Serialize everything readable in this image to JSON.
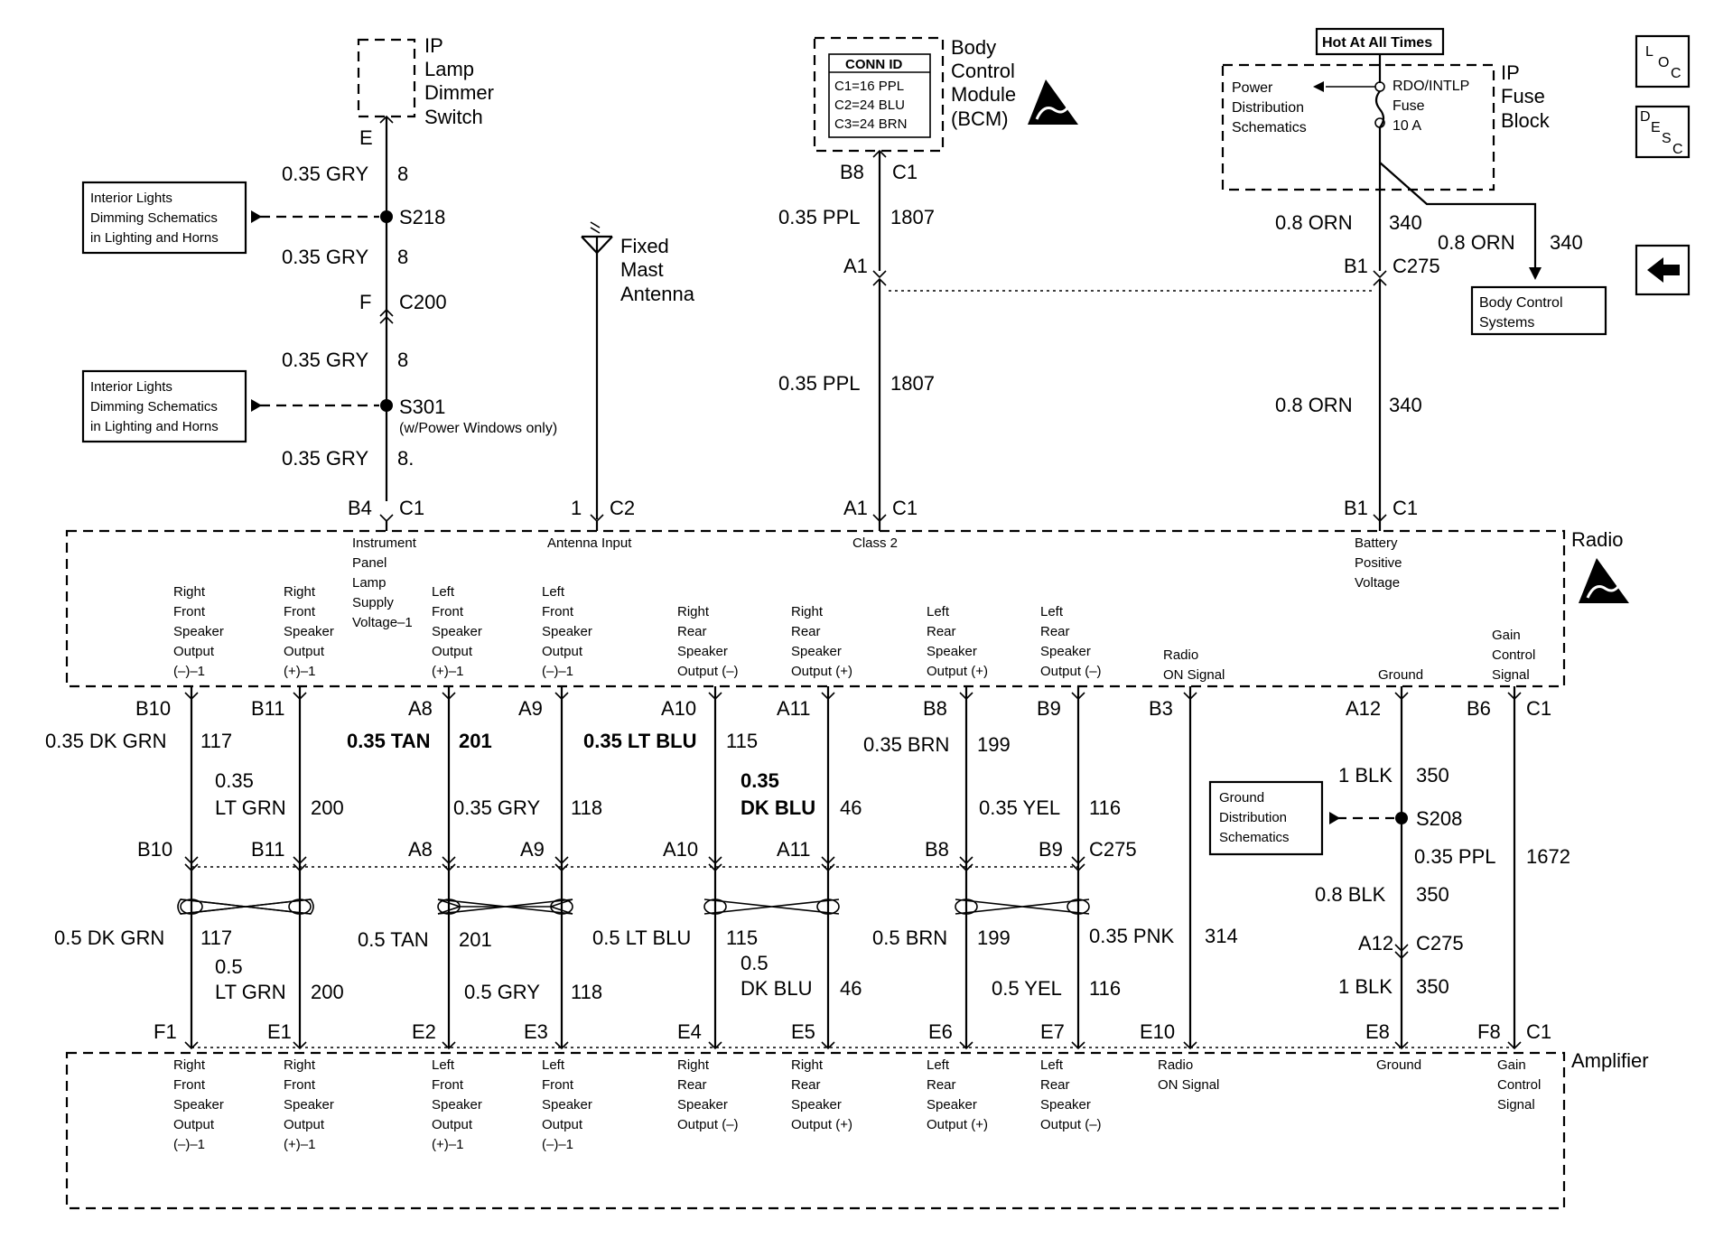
{
  "components": {
    "ip_lamp_dimmer": [
      "IP",
      "Lamp",
      "Dimmer",
      "Switch"
    ],
    "bcm": [
      "Body",
      "Control",
      "Module",
      "(BCM)"
    ],
    "conn_id": [
      "CONN ID",
      "C1=16 PPL",
      "C2=24 BLU",
      "C3=24 BRN"
    ],
    "hot_at_all_times": "Hot At All Times",
    "ip_fuse_block": [
      "IP",
      "Fuse",
      "Block"
    ],
    "power_dist": [
      "Power",
      "Distribution",
      "Schematics"
    ],
    "fuse": [
      "RDO/INTLP",
      "Fuse",
      "10 A"
    ],
    "fixed_mast_antenna": [
      "Fixed",
      "Mast",
      "Antenna"
    ],
    "interior_lights_box": [
      "Interior Lights",
      "Dimming Schematics",
      "in Lighting and Horns"
    ],
    "body_control_systems": [
      "Body Control",
      "Systems"
    ],
    "ground_distribution": [
      "Ground",
      "Distribution",
      "Schematics"
    ],
    "radio": "Radio",
    "amplifier": "Amplifier",
    "w_power_windows": "(w/Power Windows only)"
  },
  "nav": {
    "loc": [
      "L",
      "O",
      "C"
    ],
    "desc": [
      "D",
      "E",
      "S",
      "C"
    ]
  },
  "top_labels": {
    "E": "E",
    "F": "F",
    "C200": "C200",
    "S218": "S218",
    "S301": "S301",
    "B8": "B8",
    "C1": "C1",
    "A1": "A1",
    "B1": "B1",
    "C275": "C275",
    "B4": "B4",
    "one": "1",
    "C2": "C2"
  },
  "top_wires": {
    "gry": "0.35 GRY",
    "gry_num": "8",
    "gry_num_last": "8.",
    "ppl": "0.35 PPL",
    "ppl_num": "1807",
    "orn": "0.8 ORN",
    "orn_num": "340"
  },
  "radio_pins": [
    [
      "Instrument",
      "Panel",
      "Lamp",
      "Supply",
      "Voltage–1"
    ],
    [
      "Antenna Input"
    ],
    [
      "Class 2"
    ],
    [
      "Battery",
      "Positive",
      "Voltage"
    ]
  ],
  "speaker_pins": [
    [
      "Right",
      "Front",
      "Speaker",
      "Output",
      "(–)–1"
    ],
    [
      "Right",
      "Front",
      "Speaker",
      "Output",
      "(+)–1"
    ],
    [
      "Left",
      "Front",
      "Speaker",
      "Output",
      "(+)–1"
    ],
    [
      "Left",
      "Front",
      "Speaker",
      "Output",
      "(–)–1"
    ],
    [
      "Right",
      "Rear",
      "Speaker",
      "Output (–)"
    ],
    [
      "Right",
      "Rear",
      "Speaker",
      "Output (+)"
    ],
    [
      "Left",
      "Rear",
      "Speaker",
      "Output (+)"
    ],
    [
      "Left",
      "Rear",
      "Speaker",
      "Output (–)"
    ]
  ],
  "speaker_pins_amp": [
    [
      "Right",
      "Front",
      "Speaker",
      "Output",
      "(–)–1"
    ],
    [
      "Right",
      "Front",
      "Speaker",
      "Output",
      "(+)–1"
    ],
    [
      "Left",
      "Front",
      "Speaker",
      "Output",
      "(+)–1"
    ],
    [
      "Left",
      "Front",
      "Speaker",
      "Output",
      "(–)–1"
    ],
    [
      "Right",
      "Rear",
      "Speaker",
      "Output (–)"
    ],
    [
      "Right",
      "Rear",
      "Speaker",
      "Output (+)"
    ],
    [
      "Left",
      "Rear",
      "Speaker",
      "Output (+)"
    ],
    [
      "Left",
      "Rear",
      "Speaker",
      "Output (–)"
    ]
  ],
  "misc_pins": {
    "radio_on": [
      "Radio",
      "ON Signal"
    ],
    "ground": "Ground",
    "gain": [
      "Gain",
      "Control",
      "Signal"
    ]
  },
  "radio_conn": [
    "B10",
    "B11",
    "A8",
    "A9",
    "A10",
    "A11",
    "B8",
    "B9",
    "B3",
    "A12",
    "B6",
    "C1"
  ],
  "c275_conn": [
    "B10",
    "B11",
    "A8",
    "A9",
    "A10",
    "A11",
    "B8",
    "B9",
    "C275"
  ],
  "amp_conn": [
    "F1",
    "E1",
    "E2",
    "E3",
    "E4",
    "E5",
    "E6",
    "E7",
    "E10",
    "E8",
    "F8",
    "C1"
  ],
  "upper_wires": {
    "dkgrn": "0.35 DK GRN",
    "n117": "117",
    "ltgrn_a": "0.35",
    "ltgrn_b": "LT GRN",
    "n200": "200",
    "tan": "0.35 TAN",
    "n201": "201",
    "gry": "0.35 GRY",
    "n118": "118",
    "ltblu": "0.35 LT BLU",
    "n115": "115",
    "dkblu_a": "0.35",
    "dkblu_b": "DK BLU",
    "n46": "46",
    "brn": "0.35 BRN",
    "n199": "199",
    "yel": "0.35 YEL",
    "n116": "116"
  },
  "lower_wires": {
    "dkgrn": "0.5 DK GRN",
    "n117": "117",
    "ltgrn_a": "0.5",
    "ltgrn_b": "LT GRN",
    "n200": "200",
    "tan": "0.5 TAN",
    "n201": "201",
    "gry": "0.5 GRY",
    "n118": "118",
    "ltblu": "0.5 LT BLU",
    "n115": "115",
    "dkblu_a": "0.5",
    "dkblu_b": "DK BLU",
    "n46": "46",
    "brn": "0.5 BRN",
    "n199": "199",
    "yel": "0.5 YEL",
    "n116": "116",
    "pnk": "0.35 PNK",
    "n314": "314"
  },
  "ground_wires": {
    "blk1": "1 BLK",
    "n350": "350",
    "S208": "S208",
    "ppl": "0.35 PPL",
    "n1672": "1672",
    "blk08": "0.8 BLK",
    "A12": "A12",
    "C275": "C275"
  }
}
